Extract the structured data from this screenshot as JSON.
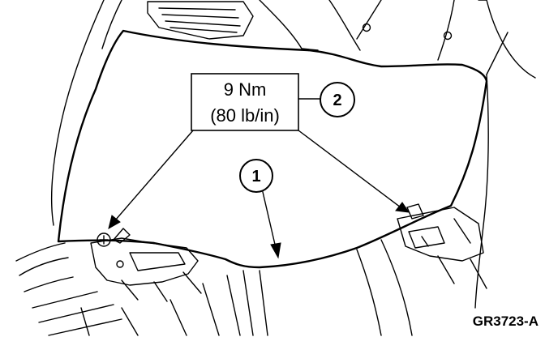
{
  "torque_label": {
    "line1": "9 Nm",
    "line2": "(80 lb/in)"
  },
  "callouts": {
    "item1": "1",
    "item2": "2"
  },
  "figure_id": "GR3723-A"
}
